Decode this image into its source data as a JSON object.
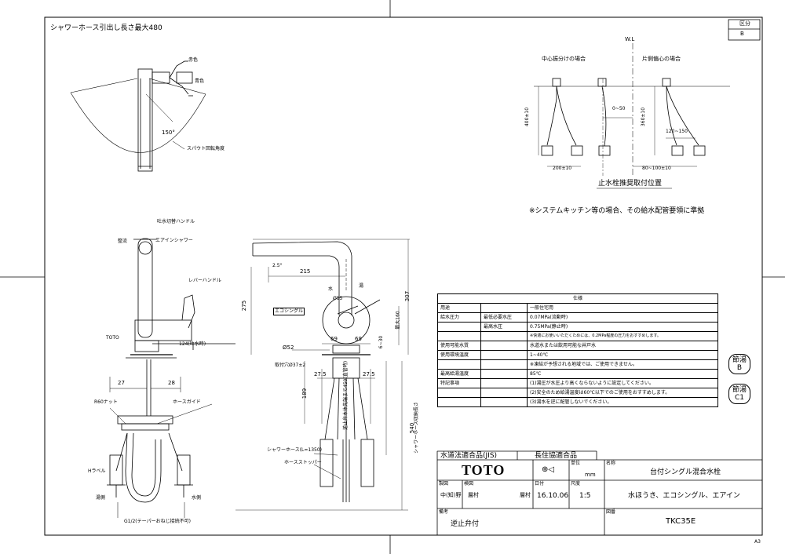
{
  "header": {
    "kubun_label": "区分",
    "kubun_value": "B",
    "hose_note": "シャワーホース引出し長さ最大480"
  },
  "top_view": {
    "red_label": "赤色",
    "blue_label": "青色",
    "angle": "150°",
    "angle_note": "スパウト回転角度"
  },
  "side_view": {
    "switch_handle": "吐水切替ハンドル",
    "seiryu": "整流",
    "aerated_shower": "エアインシャワー",
    "lever_handle": "レバーハンドル",
    "toto_mark": "TOTO",
    "spout_dim": "124(吐水時)",
    "dim_27": "27",
    "dim_28": "28",
    "r60_nut": "R60ナット",
    "hose_guide": "ホースガイド",
    "h_label": "Hラベル",
    "hot_side": "湯側",
    "cold_side": "水側",
    "thread": "G1/2(テーパーおねじ接続不可)"
  },
  "front_view": {
    "angle_2_5": "2.5°",
    "dim_215": "215",
    "dim_275": "275",
    "dim_307": "307",
    "ecosingle": "エコシングル",
    "water_label": "水",
    "hot_label": "湯",
    "dia_55": "Ø55",
    "dim_69a": "69",
    "dim_69b": "69",
    "dia_52": "Ø52",
    "dim_6_30": "6~30",
    "max_160": "最大160",
    "mount_hole": "取付穴Ø37±2",
    "dim_27_5a": "27.5",
    "dim_27_5b": "27.5",
    "dim_189": "189",
    "dim_540": "540",
    "hose_note_450": "逆止弁本体先端まで450(直管時)",
    "hose_length_note": "シャワーホース収納長さ",
    "shower_hose": "シャワーホース(L=1350)",
    "hose_stopper": "ホースストッパー"
  },
  "install": {
    "wl": "W.L",
    "center_label": "中心振分けの場合",
    "offset_label": "片側偏心の場合",
    "dim_400": "400±10",
    "dim_0_50": "0~50",
    "dim_360": "360±10",
    "dim_120_150": "120~150",
    "dim_200": "200±10",
    "dim_80_100": "80~100±10",
    "caption": "止水栓推奨取付位置",
    "system_note": "※システムキッチン等の場合、その給水配管要領に準拠"
  },
  "spec": {
    "title": "仕様",
    "rows": [
      {
        "a": "用途",
        "b": "",
        "c": "一般住宅用"
      },
      {
        "a": "給水圧力",
        "b": "最低必要水圧",
        "c": "0.07MPa(流動時)"
      },
      {
        "a": "",
        "b": "最高水圧",
        "c": "0.75MPa(静止時)"
      },
      {
        "a": "",
        "b": "",
        "c": "※快適にお使いいただくためには、0.2MPa程度の圧力をおすすめします。"
      },
      {
        "a": "使用可能水質",
        "b": "",
        "c": "水道水または飲用可能な井戸水"
      },
      {
        "a": "使用環境温度",
        "b": "",
        "c": "1~40℃"
      },
      {
        "a": "",
        "b": "",
        "c": "※凍結が予想される地域では、ご使用できません。"
      },
      {
        "a": "最高給湯温度",
        "b": "",
        "c": "85℃"
      },
      {
        "a": "特記事項",
        "b": "",
        "c": "(1)湯圧が水圧より高くならないように設定してください。"
      },
      {
        "a": "",
        "b": "",
        "c": "(2)安全のため給湯温度は60℃以下でのご使用をおすすめします。"
      },
      {
        "a": "",
        "b": "",
        "c": "(3)湯水を逆に配管しないでください。"
      }
    ]
  },
  "badges": {
    "b1_top": "節湯",
    "b1_bottom": "B",
    "b2_top": "節湯",
    "b2_bottom": "C1"
  },
  "title_block": {
    "jis": "水道法適合品(JIS)",
    "long_life": "長住協適合品",
    "brand": "TOTO",
    "unit_label": "単位",
    "unit": "mm",
    "name_label": "名称",
    "name": "台付シングル混合水栓",
    "drafter_label": "製図",
    "drafter": "中(知)野",
    "checker_label": "検図",
    "checker1": "層村",
    "checker2": "層村",
    "date_label": "日付",
    "date": "16.10.06",
    "scale_label": "尺度",
    "scale": "1:5",
    "desc": "水ほうき、エコシングル、エアイン",
    "remarks_label": "備考",
    "remarks": "逆止弁付",
    "drawing_no_label": "図番",
    "drawing_no": "TKC35E",
    "paper": "A3"
  }
}
